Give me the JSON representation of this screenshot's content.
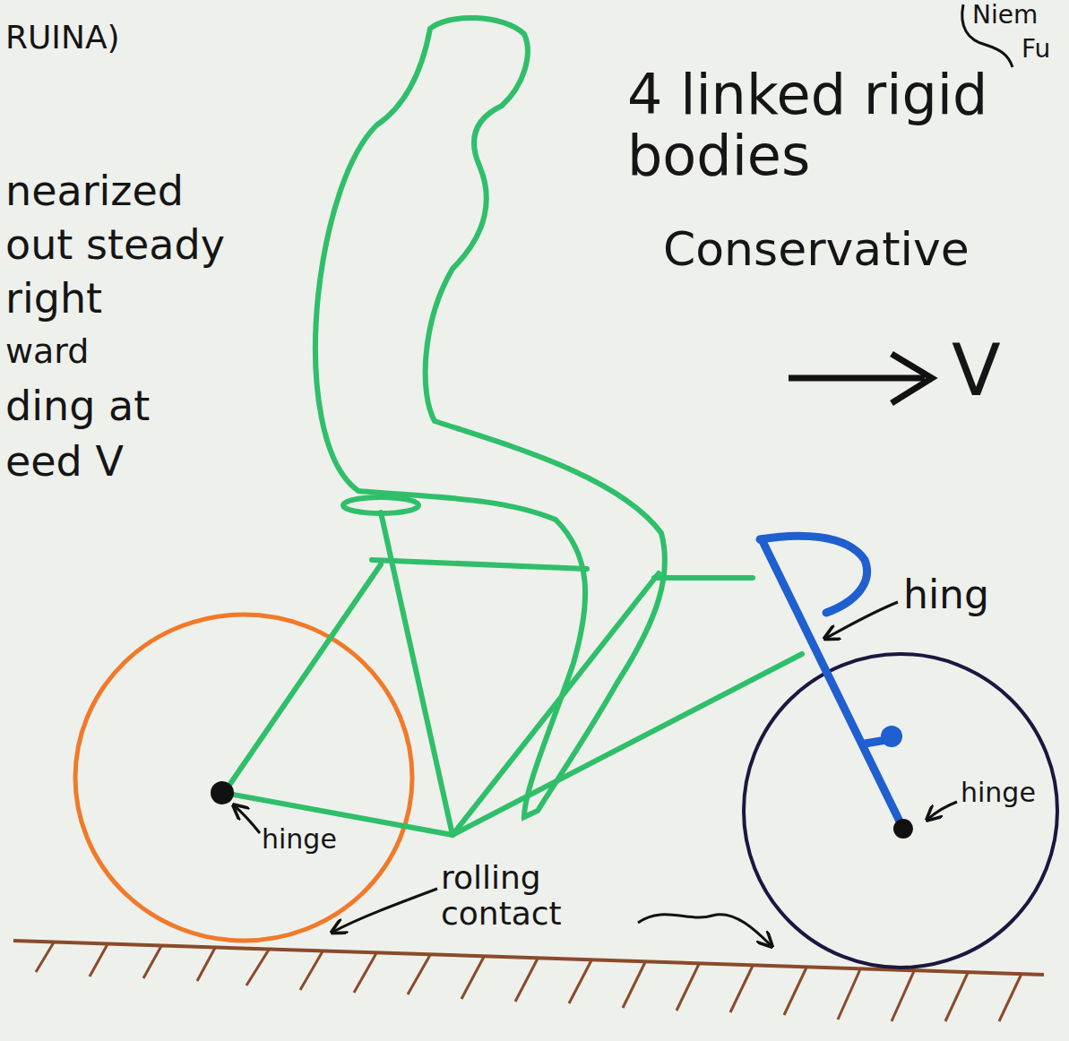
{
  "diagram": {
    "labels": [
      "RUINA)",
      "nearized",
      "out steady",
      "right",
      "ward",
      "ding at",
      "eed V",
      "4 linked rigid bodies",
      "Conservative",
      "V",
      "hing",
      "hinge",
      "hinge",
      "rolling contact",
      "Niem",
      "Fu"
    ]
  }
}
